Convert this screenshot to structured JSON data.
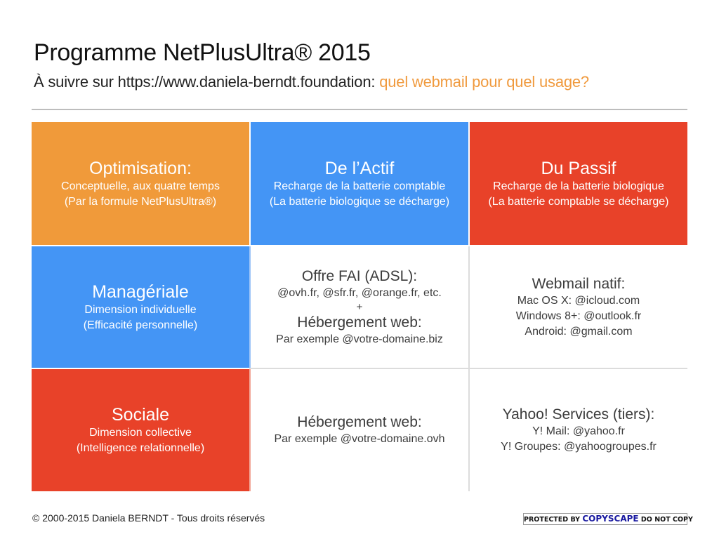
{
  "header": {
    "title": "Programme NetPlusUltra® 2015",
    "subtitle_prefix": "À suivre sur https://www.daniela-berndt.foundation:",
    "subtitle_accent": "quel webmail pour quel usage?"
  },
  "colors": {
    "orange": "#f09a3a",
    "blue": "#4495f5",
    "red": "#e84229",
    "accent_text": "#f09a3e",
    "grid_line": "#dcdcdc",
    "copyscape_brand": "#1a1aa0"
  },
  "grid": {
    "row1": {
      "c1": {
        "head": "Optimisation:",
        "line1": "Conceptuelle, aux quatre temps",
        "line2": "(Par la formule NetPlusUltra®)",
        "color": "orange"
      },
      "c2": {
        "head": "De l’Actif",
        "line1": "Recharge de la batterie comptable",
        "line2": "(La batterie biologique se décharge)",
        "color": "blue"
      },
      "c3": {
        "head": "Du Passif",
        "line1": "Recharge de la batterie biologique",
        "line2": "(La batterie comptable se décharge)",
        "color": "red"
      }
    },
    "row2": {
      "c1": {
        "head": "Managériale",
        "line1": "Dimension individuelle",
        "line2": "(Efficacité personnelle)",
        "color": "blue"
      },
      "c2": {
        "head": "Offre FAI (ADSL):",
        "line1": "@ovh.fr, @sfr.fr, @orange.fr, etc.",
        "plus": "+",
        "head2": "Hébergement web:",
        "line2": "Par exemple @votre-domaine.biz"
      },
      "c3": {
        "head": "Webmail natif:",
        "line1": "Mac OS X: @icloud.com",
        "line2": "Windows 8+: @outlook.fr",
        "line3": "Android: @gmail.com"
      }
    },
    "row3": {
      "c1": {
        "head": "Sociale",
        "line1": "Dimension collective",
        "line2": "(Intelligence relationnelle)",
        "color": "red"
      },
      "c2": {
        "head": "Hébergement web:",
        "line1": "Par exemple @votre-domaine.ovh"
      },
      "c3": {
        "head": "Yahoo! Services (tiers):",
        "line1": "Y! Mail: @yahoo.fr",
        "line2": "Y! Groupes: @yahoogroupes.fr"
      }
    }
  },
  "footer": {
    "copyright": "© 2000-2015 Daniela BERNDT - Tous droits réservés",
    "badge_prefix": "PROTECTED BY",
    "badge_brand": "COPYSCAPE",
    "badge_suffix": "DO NOT COPY"
  }
}
